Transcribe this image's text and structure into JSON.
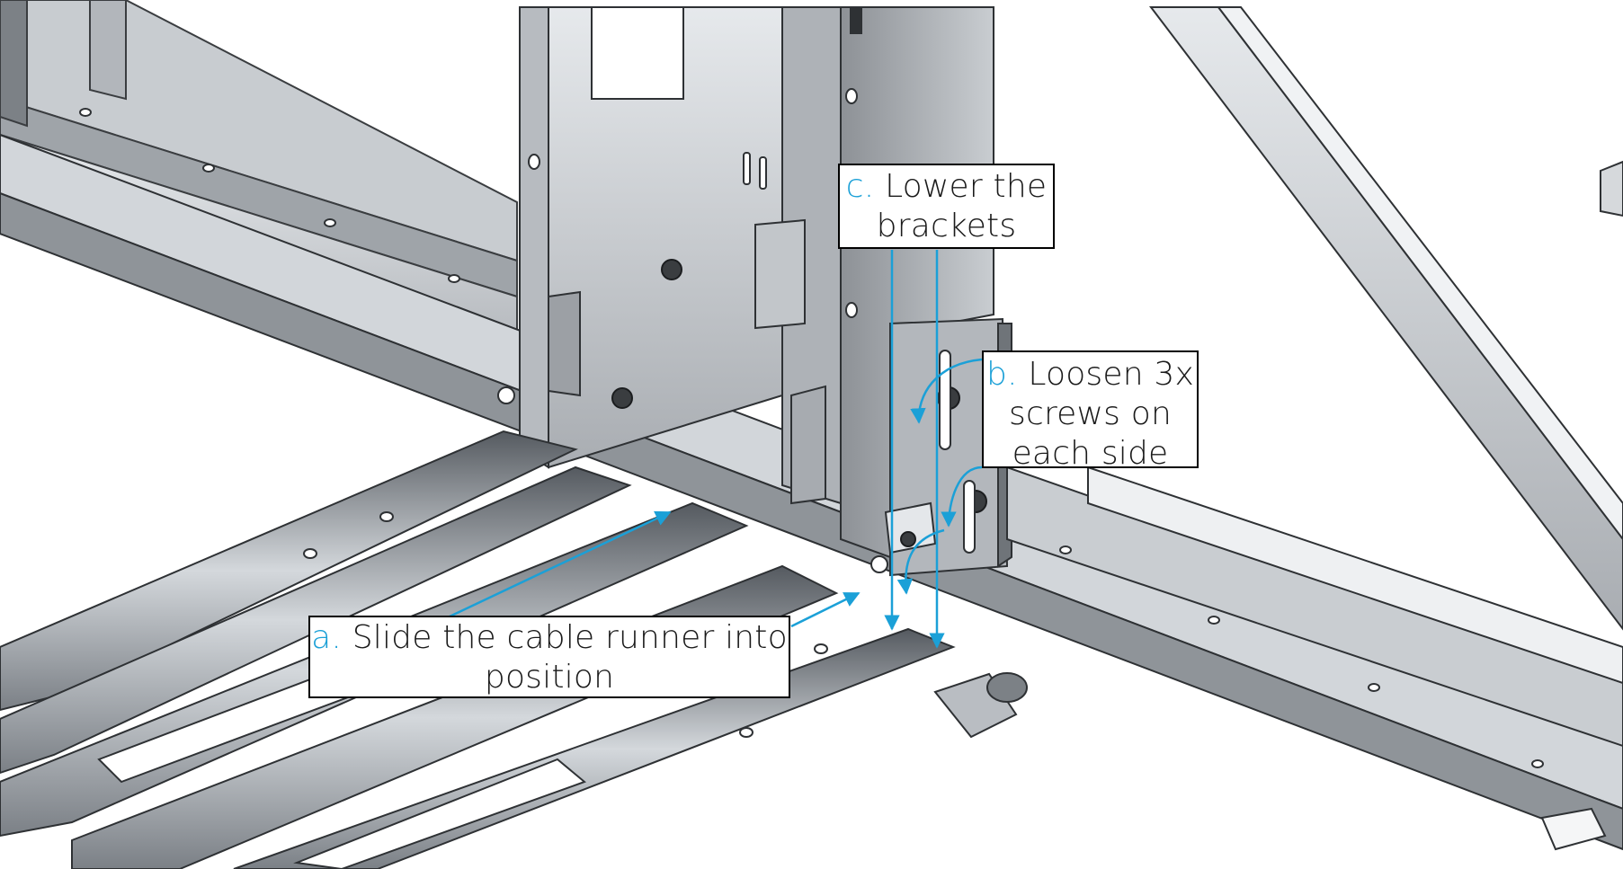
{
  "diagram": {
    "accent_color": "#1ba0d7",
    "steps": [
      {
        "id": "a",
        "marker": "a.",
        "lines": [
          "Slide the cable runner into",
          "position"
        ]
      },
      {
        "id": "b",
        "marker": "b.",
        "lines": [
          "Loosen 3x",
          "screws on",
          "each side"
        ]
      },
      {
        "id": "c",
        "marker": "c.",
        "lines": [
          "Lower the",
          "brackets"
        ]
      }
    ]
  }
}
